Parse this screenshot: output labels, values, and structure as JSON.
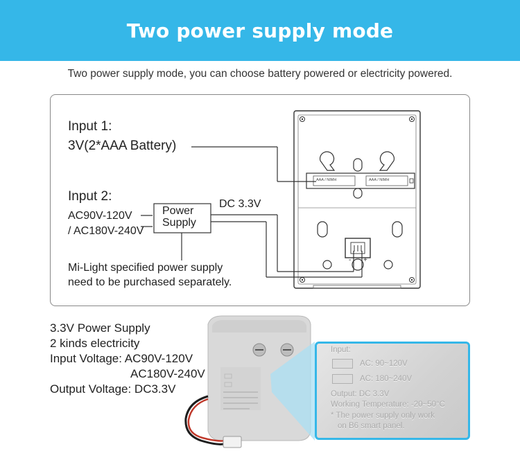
{
  "header": {
    "title": "Two power supply mode"
  },
  "subtitle": "Two power supply mode, you can choose battery powered or electricity powered.",
  "diagram": {
    "input1": {
      "title": "Input 1:",
      "detail": "3V(2*AAA Battery)"
    },
    "input2": {
      "title": "Input 2:",
      "ac_line1": "AC90V-120V",
      "ac_line2": "/ AC180V-240V"
    },
    "power_supply": {
      "line1": "Power",
      "line2": "Supply"
    },
    "dc_label": "DC 3.3V",
    "note": {
      "line1": "Mi-Light specified power supply",
      "line2": "need to be purchased separately."
    },
    "battery_labels": [
      "AAA / NIMH",
      "AAA / NIMH"
    ],
    "terminal_minus": "-",
    "terminal_plus": "+"
  },
  "specs": {
    "line1": "3.3V Power Supply",
    "line2": "2 kinds electricity",
    "line3": "Input Voltage: AC90V-120V",
    "line4": "AC180V-240V",
    "line5": "Output Voltage: DC3.3V"
  },
  "zoom": {
    "input_label": "Input:",
    "ac1": "AC: 90~120V",
    "ac2": "AC: 180~240V",
    "output": "Output: DC 3.3V",
    "temp": "Working Temperature: -20~50°C",
    "note1": "* The power supply only work",
    "note2": "on B6 smart panel."
  },
  "colors": {
    "accent": "#35b7e8",
    "banner_text": "#ffffff"
  }
}
